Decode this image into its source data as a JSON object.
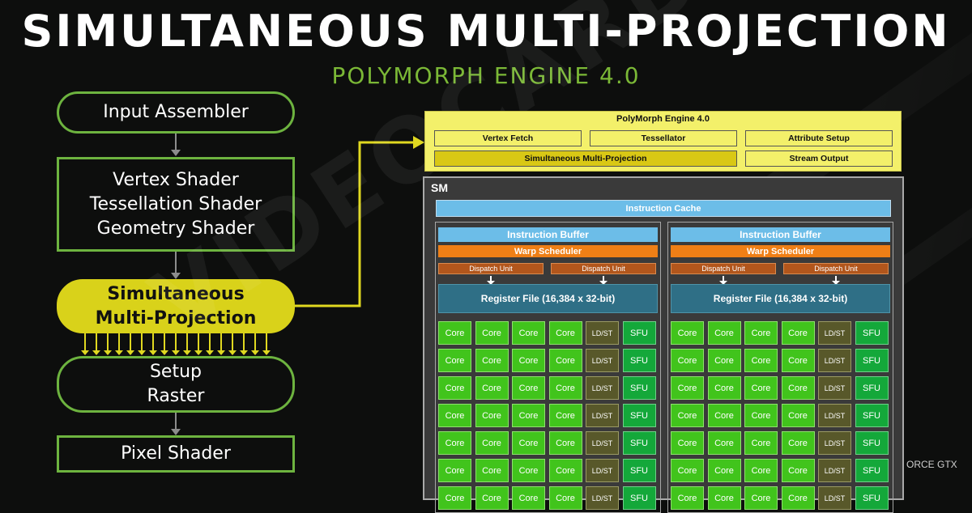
{
  "title": "SIMULTANEOUS MULTI-PROJECTION",
  "subtitle": "POLYMORPH ENGINE 4.0",
  "pipeline": {
    "input_assembler": [
      "Input Assembler"
    ],
    "shaders": [
      "Vertex Shader",
      "Tessellation Shader",
      "Geometry Shader"
    ],
    "smp": [
      "Simultaneous",
      "Multi-Projection"
    ],
    "setup": [
      "Setup",
      "Raster"
    ],
    "pixel_shader": [
      "Pixel Shader"
    ]
  },
  "polymorph": {
    "title": "PolyMorph Engine 4.0",
    "vertex_fetch": "Vertex Fetch",
    "tessellator": "Tessellator",
    "attribute_setup": "Attribute Setup",
    "smp": "Simultaneous Multi-Projection",
    "stream_output": "Stream Output"
  },
  "sm": {
    "label": "SM",
    "instruction_cache": "Instruction Cache",
    "instruction_buffer": "Instruction Buffer",
    "warp_scheduler": "Warp Scheduler",
    "dispatch_unit": "Dispatch Unit",
    "register_file": "Register File (16,384 x 32-bit)",
    "unit_row": [
      "Core",
      "Core",
      "Core",
      "Core",
      "LD/ST",
      "SFU"
    ]
  },
  "watermark": "VIDEOCARDZ.com",
  "brand_tag": "ORCE GTX",
  "colors": {
    "accent_green": "#6db33f",
    "title_green": "#7bb836",
    "smp_yellow": "#d9d21a",
    "polymorph_bg": "#f3f06a",
    "cache_blue": "#6cbde8",
    "warp_orange": "#ef7f16",
    "core_green": "#41c41c"
  }
}
